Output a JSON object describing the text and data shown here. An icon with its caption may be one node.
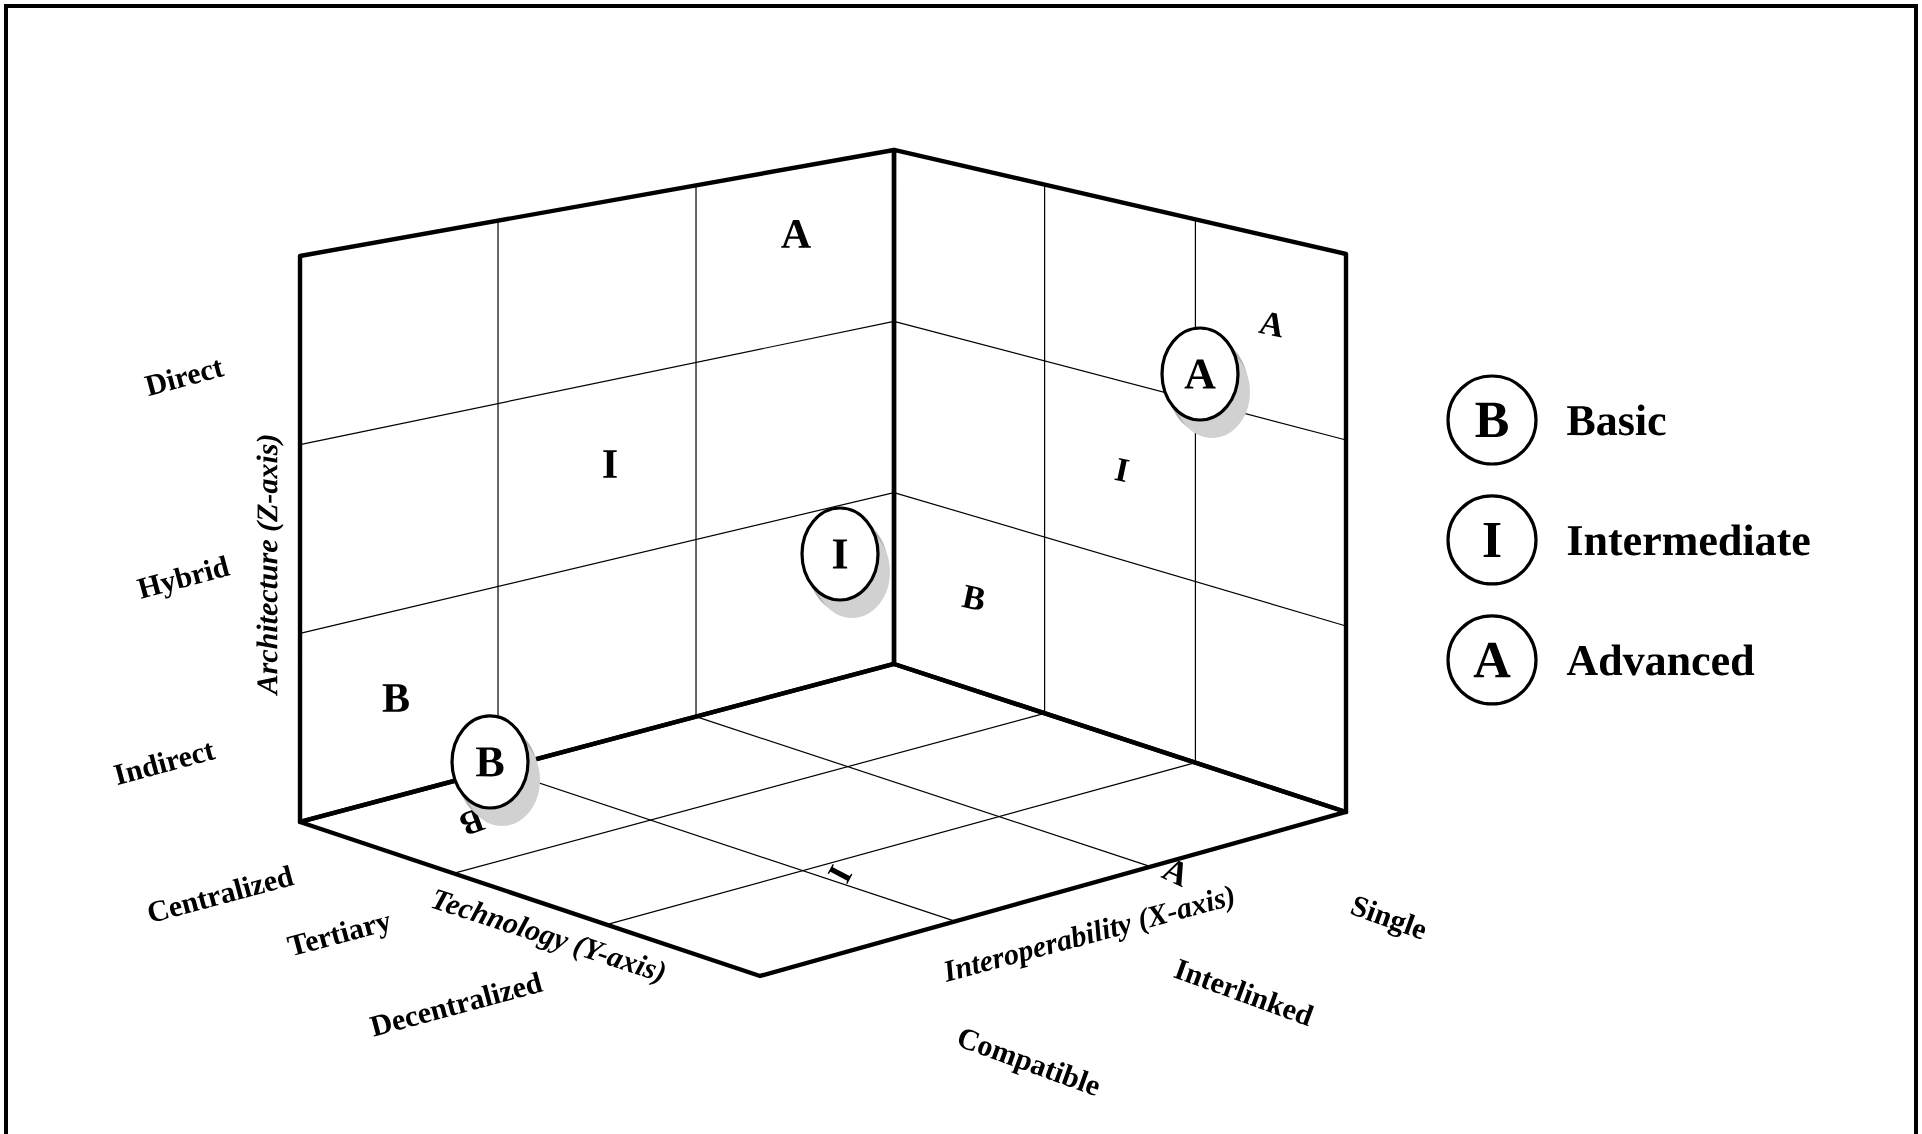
{
  "diagram": {
    "nodes": [
      {
        "text": [
          "A"
        ]
      },
      {
        "text": [
          "I"
        ]
      },
      {
        "text": [
          "B"
        ]
      },
      {
        "text": [
          "B"
        ]
      },
      {
        "text": [
          "I"
        ]
      },
      {
        "text": [
          "A"
        ]
      }
    ],
    "labels": [
      "Direct",
      "Hybrid",
      "Indirect",
      "Architecture (Z-axis)",
      "A",
      "I",
      "B",
      "A",
      "I",
      "B",
      "B",
      "I",
      "A",
      "Technology (Y-axis)",
      "Centralized",
      "Tertiary",
      "Decentralized",
      "Interoperability (X-axis)",
      "Single",
      "Interlinked",
      "Compatible"
    ],
    "legend": [
      {
        "text": "Basic"
      },
      {
        "text": "Intermediate"
      },
      {
        "text": "Advanced"
      }
    ]
  }
}
